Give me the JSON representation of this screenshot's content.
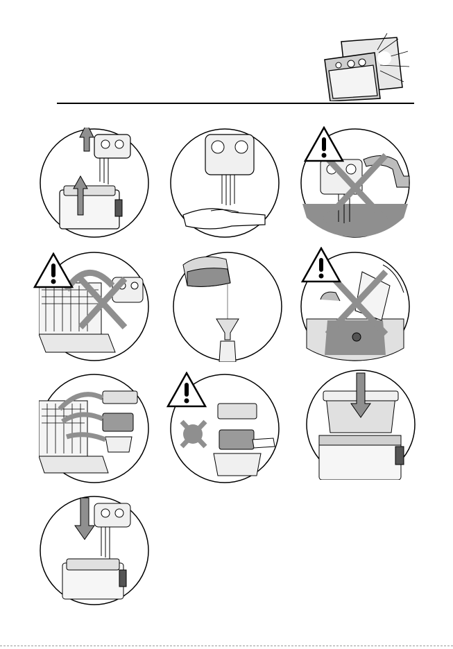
{
  "illustrations": [
    {
      "id": "remove-lid-and-heater"
    },
    {
      "id": "clean-control-unit"
    },
    {
      "id": "no-water-on-control"
    },
    {
      "id": "no-dishwasher-control"
    },
    {
      "id": "pour-oil-into-bottle"
    },
    {
      "id": "no-pour-oil-in-sink"
    },
    {
      "id": "dishwasher-parts"
    },
    {
      "id": "no-immerse-filter"
    },
    {
      "id": "insert-bowl"
    },
    {
      "id": "insert-heater"
    }
  ],
  "colors": {
    "line": "#000000",
    "shade": "#8f8f8f",
    "light": "#d9d9d9",
    "dark": "#555555"
  }
}
